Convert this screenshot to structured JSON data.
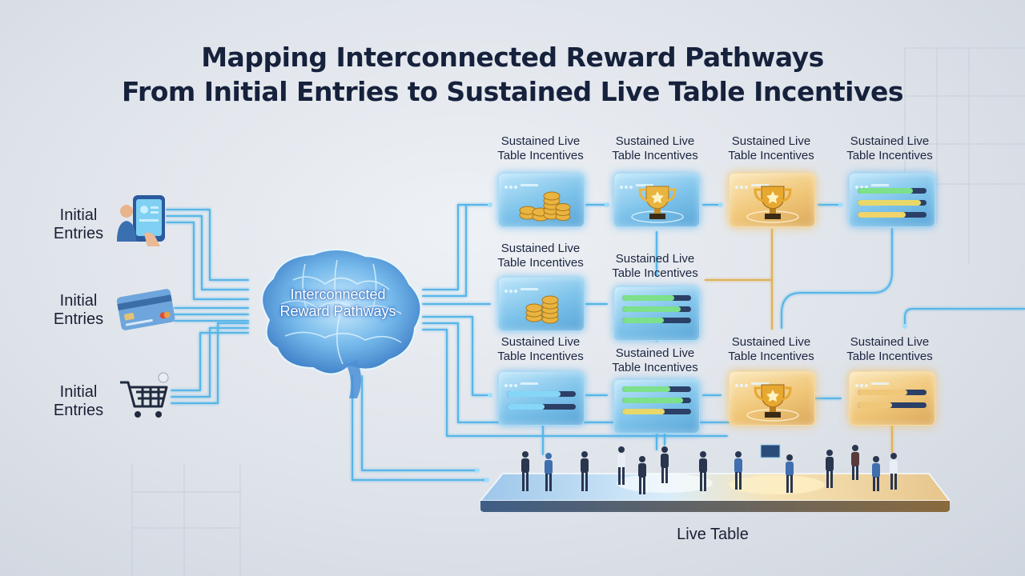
{
  "title": {
    "line1": "Mapping Interconnected Reward Pathways",
    "line2": "From Initial Entries to Sustained Live Table Incentives"
  },
  "entries": [
    {
      "label_line1": "Initial",
      "label_line2": "Entries",
      "icon": "tablet-user-icon"
    },
    {
      "label_line1": "Initial",
      "label_line2": "Entries",
      "icon": "credit-card-icon"
    },
    {
      "label_line1": "Initial",
      "label_line2": "Entries",
      "icon": "shopping-cart-icon"
    }
  ],
  "brain": {
    "line1": "Interconnected",
    "line2": "Reward Pathways",
    "icon": "brain-icon"
  },
  "cards": [
    {
      "label_line1": "Sustained Live",
      "label_line2": "Table Incentives",
      "theme": "blue",
      "icon": "coins-icon"
    },
    {
      "label_line1": "Sustained Live",
      "label_line2": "Table Incentives",
      "theme": "blue",
      "icon": "trophy-icon"
    },
    {
      "label_line1": "Sustained Live",
      "label_line2": "Table Incentives",
      "theme": "gold",
      "icon": "trophy-icon"
    },
    {
      "label_line1": "Sustained Live",
      "label_line2": "Table Incentives",
      "theme": "blue",
      "icon": "progress-bars-icon"
    },
    {
      "label_line1": "Sustained Live",
      "label_line2": "Table Incentives",
      "theme": "blue",
      "icon": "coins-icon"
    },
    {
      "label_line1": "Sustained Live",
      "label_line2": "Table Incentives",
      "theme": "blue",
      "icon": "progress-bars-icon"
    },
    {
      "label_line1": "Sustained Live",
      "label_line2": "Table Incentives",
      "theme": "blue",
      "icon": "progress-bars-icon"
    },
    {
      "label_line1": "Sustained Live",
      "label_line2": "Table Incentives",
      "theme": "blue",
      "icon": "progress-bars-icon"
    },
    {
      "label_line1": "Sustained Live",
      "label_line2": "Table Incentives",
      "theme": "gold",
      "icon": "trophy-icon"
    },
    {
      "label_line1": "Sustained Live",
      "label_line2": "Table Incentives",
      "theme": "gold",
      "icon": "progress-bars-icon"
    }
  ],
  "live_table": {
    "label": "Live Table",
    "icon": "live-table-platform-icon"
  },
  "colors": {
    "wire_blue": "#58b6e8",
    "wire_gold": "#e0b25a",
    "card_blue": "#7cc2ea",
    "card_gold": "#f0c678",
    "text_dark": "#16213c"
  }
}
